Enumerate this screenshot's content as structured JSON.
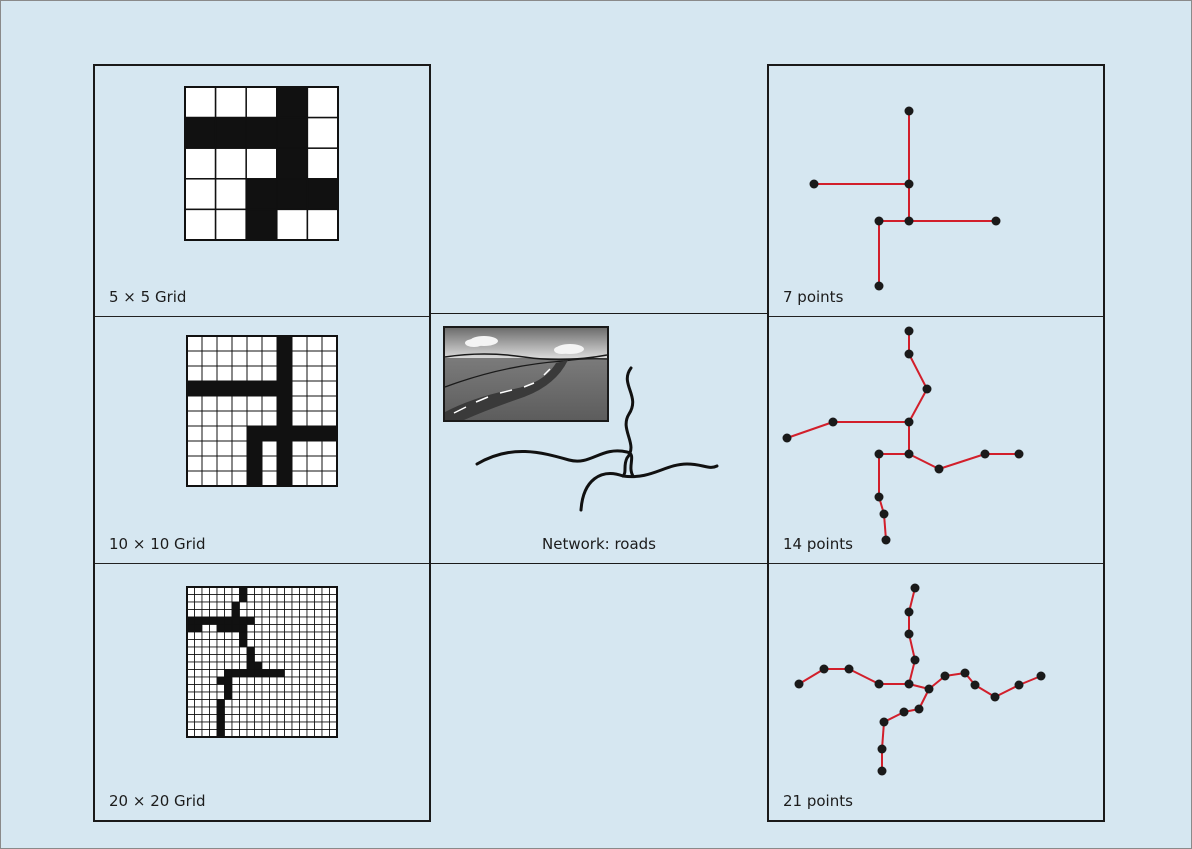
{
  "raster": {
    "cells": [
      {
        "label": "5 × 5 Grid",
        "n": 5
      },
      {
        "label": "10 × 10 Grid",
        "n": 10
      },
      {
        "label": "20 × 20 Grid",
        "n": 20
      }
    ]
  },
  "center": {
    "label": "Network: roads"
  },
  "vector": {
    "cells": [
      {
        "label": "7 points"
      },
      {
        "label": "14 points"
      },
      {
        "label": "21 points"
      }
    ]
  },
  "colors": {
    "background": "#d6e7f1",
    "network_line": "#d21f2b",
    "vertex": "#1a1a1a",
    "filled_cell": "#111111"
  }
}
